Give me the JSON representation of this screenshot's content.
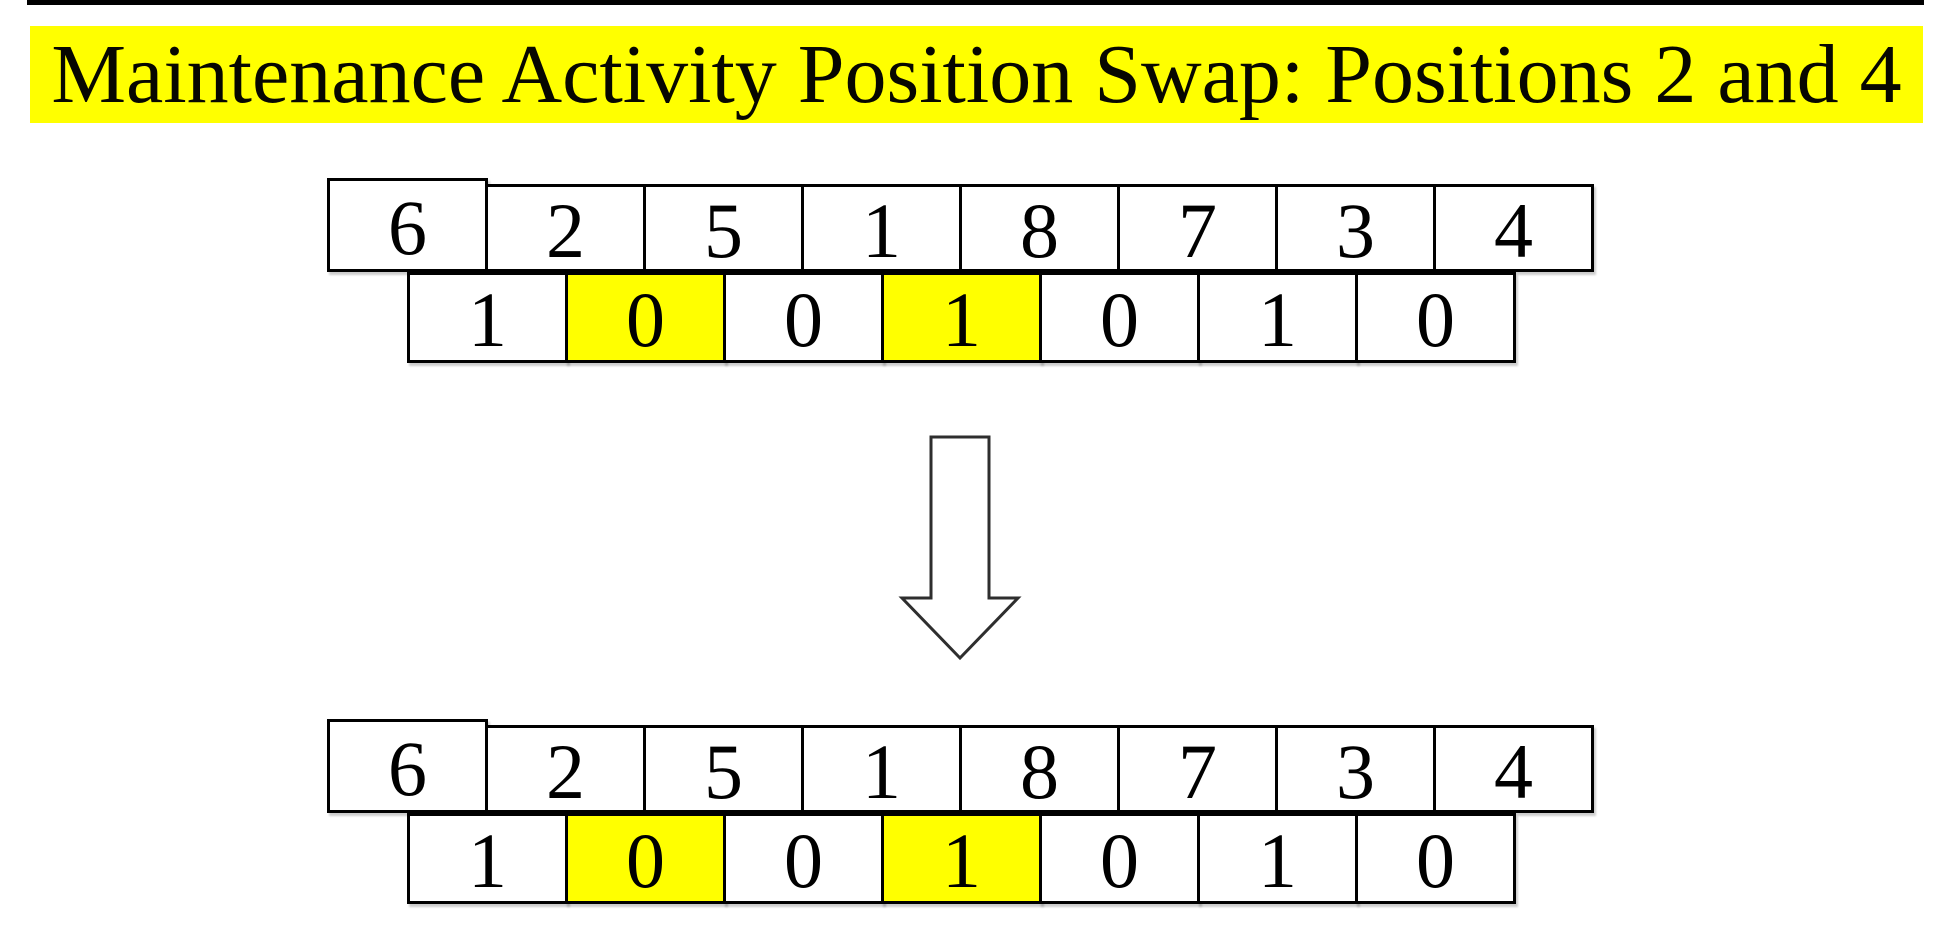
{
  "title": {
    "text": "Maintenance Activity Position Swap: Positions 2 and 4"
  },
  "colors": {
    "title_background": "#FFFF00",
    "highlight_yellow": "#FFFF00",
    "border_black": "#000000"
  },
  "diagram_before": {
    "activity_cells": [
      "6",
      "2",
      "5",
      "1",
      "8",
      "7",
      "3",
      "4"
    ],
    "maintenance_cells": [
      {
        "value": "1",
        "highlighted": false
      },
      {
        "value": "0",
        "highlighted": true
      },
      {
        "value": "0",
        "highlighted": false
      },
      {
        "value": "1",
        "highlighted": true
      },
      {
        "value": "0",
        "highlighted": false
      },
      {
        "value": "1",
        "highlighted": false
      },
      {
        "value": "0",
        "highlighted": false
      }
    ]
  },
  "arrow": {
    "icon": "down-block-arrow"
  },
  "diagram_after": {
    "activity_cells": [
      "6",
      "2",
      "5",
      "1",
      "8",
      "7",
      "3",
      "4"
    ],
    "maintenance_cells": [
      {
        "value": "1",
        "highlighted": false
      },
      {
        "value": "0",
        "highlighted": true
      },
      {
        "value": "0",
        "highlighted": false
      },
      {
        "value": "1",
        "highlighted": true
      },
      {
        "value": "0",
        "highlighted": false
      },
      {
        "value": "1",
        "highlighted": false
      },
      {
        "value": "0",
        "highlighted": false
      }
    ]
  }
}
